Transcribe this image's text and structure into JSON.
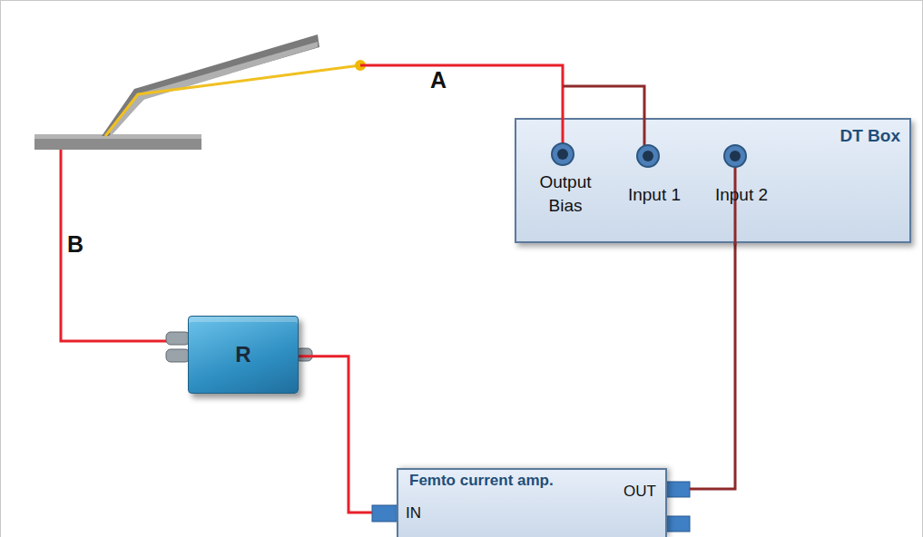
{
  "diagram": {
    "nodes": [
      {
        "text": [
          "DT Box"
        ]
      },
      {
        "text": [
          "R"
        ]
      },
      {
        "text": [
          "Femto current amp."
        ]
      }
    ],
    "edges": [
      {
        "from": 1,
        "to": 2,
        "arrow": "none"
      },
      {
        "from": 2,
        "to": 0,
        "arrow": "none"
      }
    ],
    "labels": [
      "A",
      "B",
      "Output Bias",
      "Input 1",
      "Input 2",
      "IN",
      "OUT"
    ]
  }
}
